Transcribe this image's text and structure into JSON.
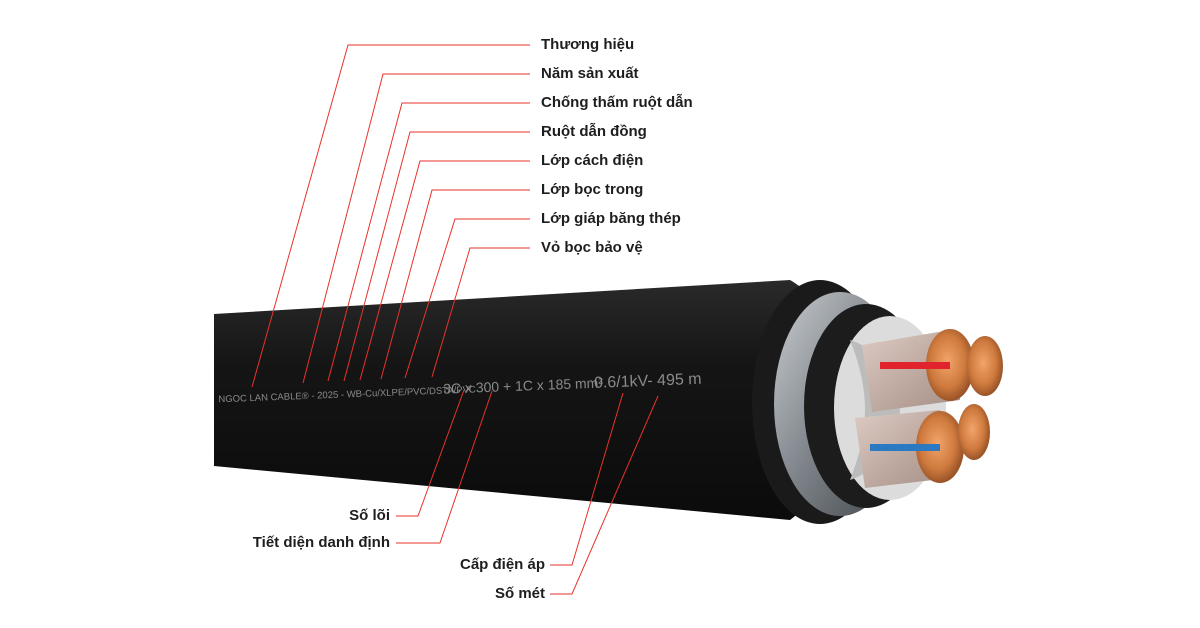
{
  "colors": {
    "leader_line": "#e8322b",
    "sheath": "#121212",
    "copper": "#cf7a3e",
    "insulation": "#c9b6ae",
    "filler": "#dcdcdc",
    "armour": "#9aa0a6",
    "phase_red": "#e0232c",
    "neutral_blue": "#2a79c2"
  },
  "labels_top": [
    "Thương hiệu",
    "Năm sản xuất",
    "Chống thấm ruột dẫn",
    "Ruột dẫn đồng",
    "Lớp cách điện",
    "Lớp bọc trong",
    "Lớp giáp băng thép",
    "Vỏ bọc bảo vệ"
  ],
  "labels_bottom_left": [
    "Số lõi",
    "Tiết diện danh định"
  ],
  "labels_bottom_right": [
    "Cấp điện áp",
    "Số mét"
  ],
  "cable_print": {
    "part1": "NGOC LAN CABLE® - 2025 - WB-Cu/XLPE/PVC/DSTA/PVC",
    "part2": "3C x 300 + 1C x 185 mm²",
    "part3": "0.6/1kV- 495 m"
  }
}
